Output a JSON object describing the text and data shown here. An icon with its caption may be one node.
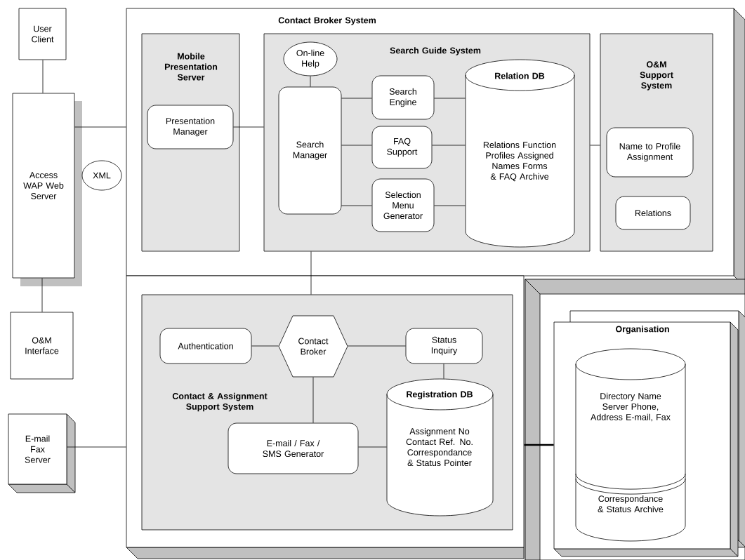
{
  "diagram": {
    "nodes": [
      {
        "text": [
          "User Client"
        ]
      },
      {
        "text": [
          "Access WAP Web Server"
        ]
      },
      {
        "text": [
          "XML"
        ]
      },
      {
        "text": [
          "O&M Interface"
        ]
      },
      {
        "text": [
          "E-mail Fax Server"
        ]
      },
      {
        "text": [
          "Contact Broker System"
        ]
      },
      {
        "text": [
          "Mobile Presentation Server"
        ],
        "in": 5
      },
      {
        "text": [
          "Presentation Manager"
        ],
        "in": 6
      },
      {
        "text": [
          "Search Guide System"
        ],
        "in": 5
      },
      {
        "text": [
          "On-line Help"
        ],
        "in": 8
      },
      {
        "text": [
          "Search Manager"
        ],
        "in": 8
      },
      {
        "text": [
          "Search Engine"
        ],
        "in": 8
      },
      {
        "text": [
          "FAQ Support"
        ],
        "in": 8
      },
      {
        "text": [
          "Selection Menu Generator"
        ],
        "in": 8
      },
      {
        "text": [
          "Relation DB",
          "Relations Function Profiles Assigned Names Forms & FAQ Archive"
        ],
        "in": 8
      },
      {
        "text": [
          "O&M Support System"
        ],
        "in": 5
      },
      {
        "text": [
          "Name to Profile Assignment"
        ],
        "in": 15
      },
      {
        "text": [
          "Relations"
        ],
        "in": 15
      },
      {
        "text": [],
        "shape": "box"
      },
      {
        "text": [
          "Contact & Assignment Support System"
        ],
        "in": 18
      },
      {
        "text": [
          "Authentication"
        ],
        "in": 19
      },
      {
        "text": [
          "Contact Broker"
        ],
        "in": 19
      },
      {
        "text": [
          "Status Inquiry"
        ],
        "in": 19
      },
      {
        "text": [
          "E-mail / Fax / SMS Generator"
        ],
        "in": 19
      },
      {
        "text": [
          "Registration DB",
          "Assignment No Contact Ref. No. Correspondance & Status Pointer"
        ],
        "in": 19
      },
      {
        "text": [],
        "shape": "box"
      },
      {
        "text": [
          "Organisation"
        ],
        "in": 25
      },
      {
        "text": [
          "Directory Name Server Phone, Address E-mail, Fax",
          "Correspondance & Status Archive"
        ],
        "in": 26
      }
    ],
    "edges": [
      {
        "from": 0,
        "to": 1,
        "arrow": "none"
      },
      {
        "from": 1,
        "to": 3,
        "arrow": "none"
      },
      {
        "from": 1,
        "to": 5,
        "arrow": "none"
      },
      {
        "from": 4,
        "to": 18,
        "arrow": "none"
      },
      {
        "from": 7,
        "to": 8,
        "arrow": "none"
      },
      {
        "from": 9,
        "to": 10,
        "arrow": "none"
      },
      {
        "from": 10,
        "to": 11,
        "arrow": "none"
      },
      {
        "from": 10,
        "to": 12,
        "arrow": "none"
      },
      {
        "from": 10,
        "to": 13,
        "arrow": "none"
      },
      {
        "from": 11,
        "to": 14,
        "arrow": "none"
      },
      {
        "from": 12,
        "to": 14,
        "arrow": "none"
      },
      {
        "from": 13,
        "to": 14,
        "arrow": "none"
      },
      {
        "from": 8,
        "to": 15,
        "arrow": "none"
      },
      {
        "from": 8,
        "to": 19,
        "arrow": "none"
      },
      {
        "from": 20,
        "to": 21,
        "arrow": "none"
      },
      {
        "from": 21,
        "to": 22,
        "arrow": "none"
      },
      {
        "from": 22,
        "to": 24,
        "arrow": "none"
      },
      {
        "from": 21,
        "to": 23,
        "arrow": "none"
      },
      {
        "from": 23,
        "to": 24,
        "arrow": "none"
      },
      {
        "from": 18,
        "to": 26,
        "arrow": "none",
        "style": "thick"
      }
    ]
  }
}
